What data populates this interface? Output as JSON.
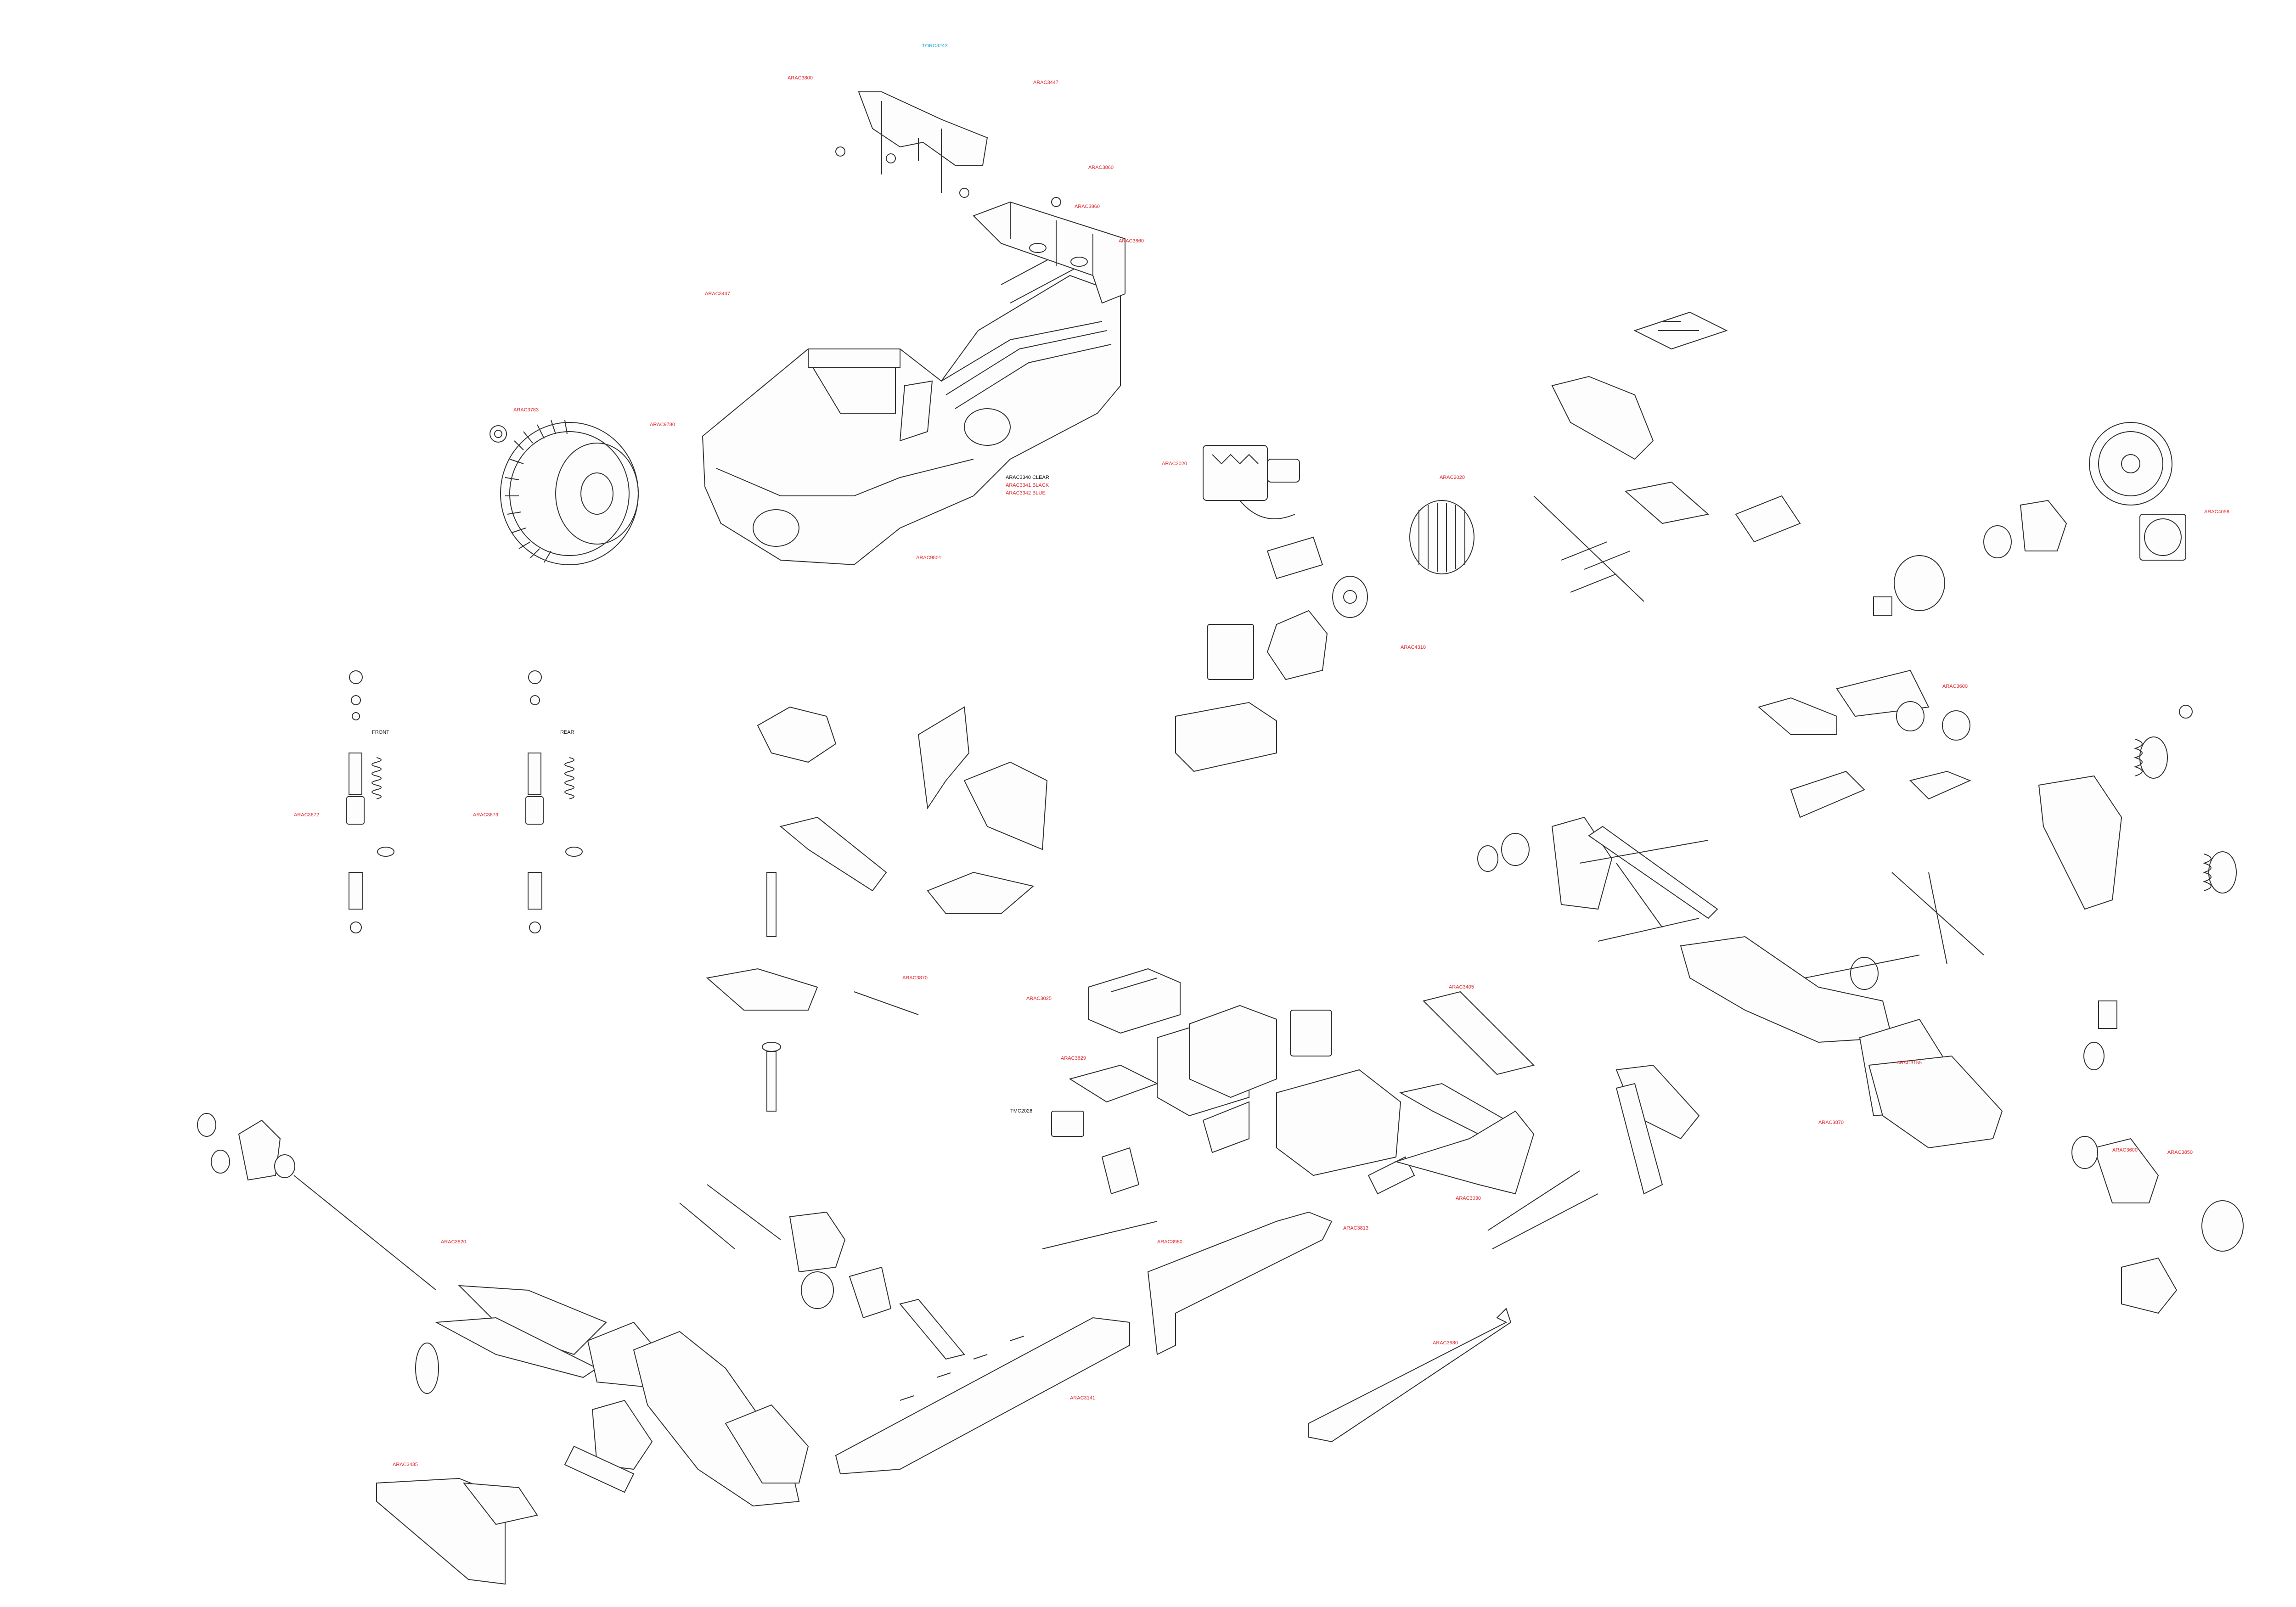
{
  "headings": {
    "front": "FRONT",
    "rear": "REAR",
    "body_colors": [
      "ARAC3340 CLEAR",
      "ARAC3341 BLACK",
      "ARAC3342 BLUE"
    ],
    "body_tool": "TORC3243",
    "battery_tag": "TMC2026"
  },
  "colors": {
    "label_red": "#e0262c",
    "line": "#333333",
    "highlight_blue": "#2aa9d6"
  },
  "callouts": {
    "wheel_nut": "ARAC3783",
    "wheel": "ARAC9780",
    "roll_cage": "ARAC3800",
    "cage_screw": "ARAC3447",
    "wing": "ARAC3860",
    "wing_mount": "ARAC3860",
    "body_pin": "ARAC9801",
    "motor": "ARAC2020",
    "esc": "ARAC2020",
    "servo_saver": "ARAC3870",
    "center_diff": "ARAC4310",
    "spur_gear": "ARAC4058",
    "rear_hub": "ARAC3850",
    "shock_front": "ARAC3672",
    "shock_rear": "ARAC3673",
    "chassis": "ARAC3141",
    "bumper": "ARAC3435",
    "mud_guard_left": "ARAC3813",
    "mud_guard_right": "ARAC3980",
    "battery_tray": "ARAC3405",
    "radio_box": "ARAC3025",
    "receiver_box": "ARAC3629",
    "steering": "ARAC3870",
    "rear_arm": "ARAC3155",
    "front_arm": "ARAC3820",
    "drive_shaft": "ARAC3030",
    "wheel_rear": "ARAC3600",
    "wheel_front": "ARAC3600"
  }
}
